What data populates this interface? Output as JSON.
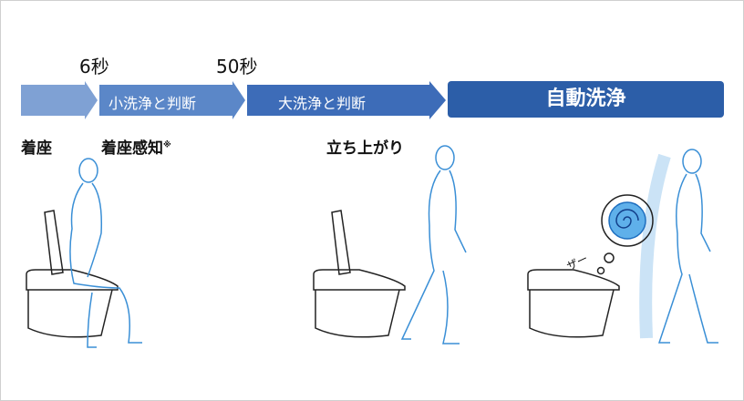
{
  "timeline": {
    "t1": "6秒",
    "t2": "50秒"
  },
  "stages": [
    {
      "label": "",
      "color": "#7fa1d4"
    },
    {
      "label": "小洗浄と判断",
      "color": "#5b87c8"
    },
    {
      "label": "大洗浄と判断",
      "color": "#3d6cb8"
    },
    {
      "label": "自動洗浄",
      "color": "#2c5ea8"
    }
  ],
  "captions": {
    "sit": "着座",
    "sense": "着座感知",
    "note": "※",
    "stand": "立ち上がり",
    "sound": "ザー"
  }
}
